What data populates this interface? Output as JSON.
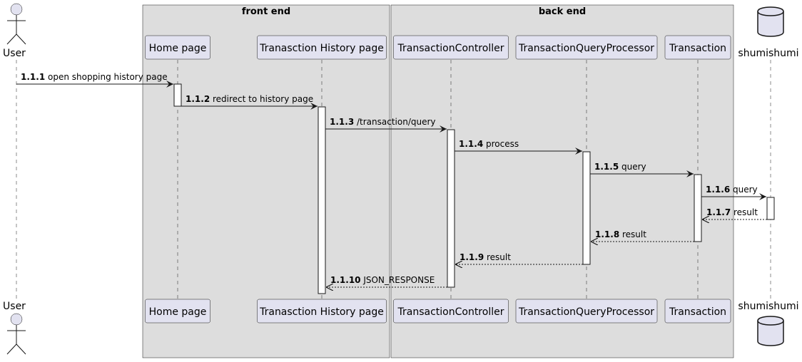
{
  "diagram": {
    "type": "sequence",
    "boxes": [
      {
        "id": "frontend",
        "title": "front end"
      },
      {
        "id": "backend",
        "title": "back end"
      }
    ],
    "participants": [
      {
        "id": "user",
        "label": "User",
        "kind": "actor"
      },
      {
        "id": "home",
        "label": "Home page",
        "kind": "participant"
      },
      {
        "id": "history",
        "label": "Tranasction History page",
        "kind": "participant"
      },
      {
        "id": "controller",
        "label": "TransactionController",
        "kind": "participant"
      },
      {
        "id": "qp",
        "label": "TransactionQueryProcessor",
        "kind": "participant"
      },
      {
        "id": "txn",
        "label": "Transaction",
        "kind": "participant"
      },
      {
        "id": "db",
        "label": "shumishumi",
        "kind": "database"
      }
    ],
    "messages": [
      {
        "num": "1.1.1",
        "text": "open shopping history page",
        "from": "user",
        "to": "home",
        "reply": false
      },
      {
        "num": "1.1.2",
        "text": "redirect to history page",
        "from": "home",
        "to": "history",
        "reply": false
      },
      {
        "num": "1.1.3",
        "text": "/transaction/query",
        "from": "history",
        "to": "controller",
        "reply": false
      },
      {
        "num": "1.1.4",
        "text": "process",
        "from": "controller",
        "to": "qp",
        "reply": false
      },
      {
        "num": "1.1.5",
        "text": "query",
        "from": "qp",
        "to": "txn",
        "reply": false
      },
      {
        "num": "1.1.6",
        "text": "query",
        "from": "txn",
        "to": "db",
        "reply": false
      },
      {
        "num": "1.1.7",
        "text": "result",
        "from": "db",
        "to": "txn",
        "reply": true
      },
      {
        "num": "1.1.8",
        "text": "result",
        "from": "txn",
        "to": "qp",
        "reply": true
      },
      {
        "num": "1.1.9",
        "text": "result",
        "from": "qp",
        "to": "controller",
        "reply": true
      },
      {
        "num": "1.1.10",
        "text": "JSON_RESPONSE",
        "from": "controller",
        "to": "history",
        "reply": true
      }
    ]
  }
}
